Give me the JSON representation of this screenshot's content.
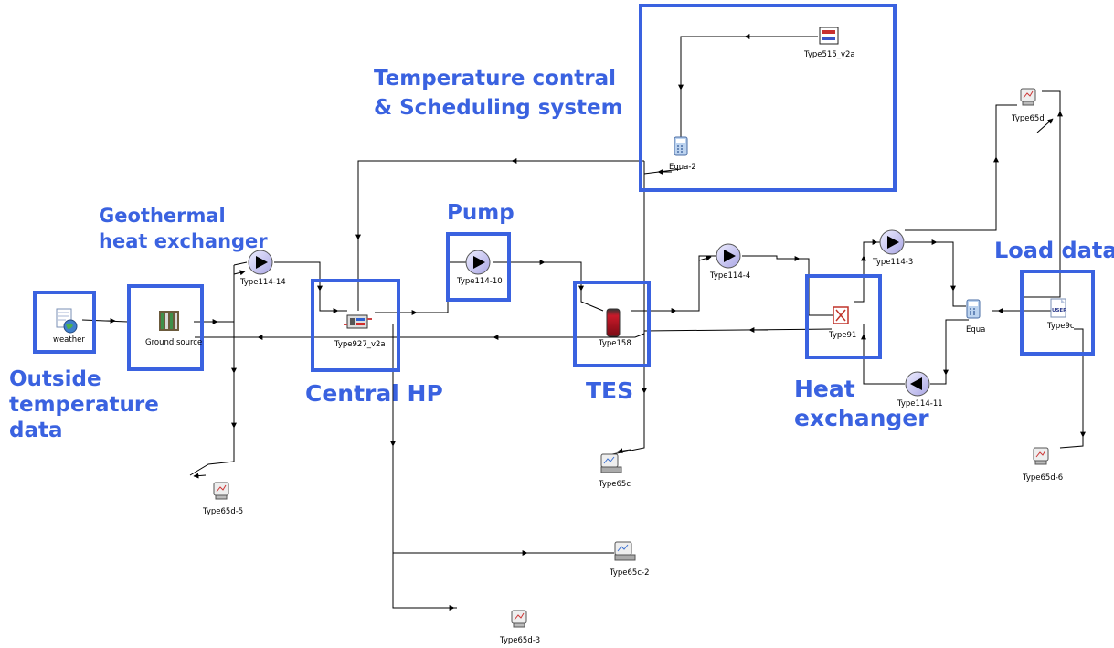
{
  "annotations": {
    "outside_temperature": "Outside\ntemperature\ndata",
    "geothermal": "Geothermal\nheat exchanger",
    "pump": "Pump",
    "temperature_control": "Temperature contral\n& Scheduling system",
    "central_hp": "Central HP",
    "tes": "TES",
    "heat_exchanger": "Heat\nexchanger",
    "load_data": "Load data"
  },
  "components": {
    "weather": "weather",
    "ground_source": "Ground source",
    "type114_14": "Type114-14",
    "type927": "Type927_v2a",
    "type114_10": "Type114-10",
    "type158": "Type158",
    "type114_4": "Type114-4",
    "type91": "Type91",
    "type114_3": "Type114-3",
    "type114_11": "Type114-11",
    "equa": "Equa",
    "type9c": "Type9c",
    "type65d": "Type65d",
    "type65d_6": "Type65d-6",
    "type65c": "Type65c",
    "type65c_2": "Type65c-2",
    "type65d_3": "Type65d-3",
    "type65d_5": "Type65d-5",
    "equa_2": "Equa-2",
    "type515": "Type515_v2a"
  },
  "icon_text": {
    "user": "USER"
  },
  "colors": {
    "highlight": "#3a62e0",
    "wire": "#000000",
    "pump_fill": "#c9c6f2"
  }
}
